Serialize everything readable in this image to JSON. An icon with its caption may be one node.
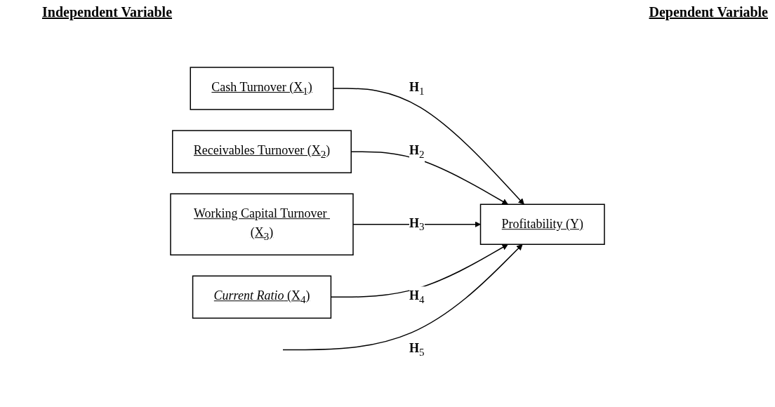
{
  "diagram": {
    "nodes": [
      {
        "text": [
          "Cash Turnover (X$_{1}$)"
        ]
      },
      {
        "text": [
          "Receivables Turnover (X$_{2}$)"
        ]
      },
      {
        "text": [
          "Working Capital Turnover (X$_{3}$)"
        ]
      },
      {
        "text": [
          "*Current Ratio* (X$_{4}$)"
        ]
      },
      {
        "text": [
          "Profitability (Y)"
        ]
      }
    ],
    "edges": [
      {
        "from": 0,
        "to": 4,
        "arrow": "to",
        "label": "**H**$_{1}$"
      },
      {
        "from": 1,
        "to": 4,
        "arrow": "to",
        "label": "**H**$_{2}$"
      },
      {
        "from": 2,
        "to": 4,
        "arrow": "to",
        "label": "**H**$_{3}$"
      },
      {
        "from": 3,
        "to": 4,
        "arrow": "to",
        "label": "**H**$_{4}$"
      },
      {
        "from": null,
        "to": 4,
        "arrow": "to",
        "label": "**H**$_{5}$"
      }
    ],
    "labels": [
      "Independent Variable",
      "Dependent Variable"
    ]
  }
}
